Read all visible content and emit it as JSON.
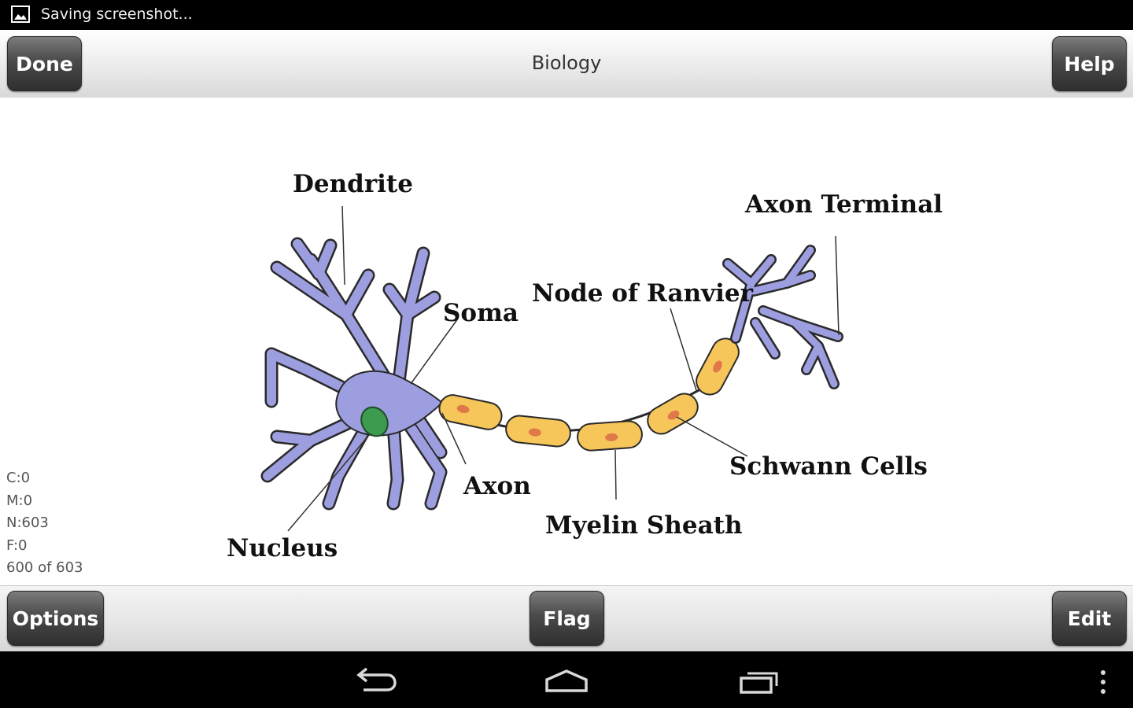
{
  "status_bar": {
    "text": "Saving screenshot...",
    "icon": "image-icon"
  },
  "action_bar": {
    "title": "Biology",
    "done_label": "Done",
    "help_label": "Help"
  },
  "diagram": {
    "labels": {
      "dendrite": "Dendrite",
      "soma": "Soma",
      "node_of_ranvier": "Node of Ranvier",
      "axon_terminal": "Axon Terminal",
      "schwann_cells": "Schwann Cells",
      "axon": "Axon",
      "myelin_sheath": "Myelin Sheath",
      "nucleus": "Nucleus"
    },
    "colors": {
      "neuron_body": "#9d9ee0",
      "nucleus": "#3d9b4f",
      "myelin": "#f6c65a",
      "myelin_dot": "#e0784a",
      "outline": "#2a2a2a"
    }
  },
  "stats": {
    "c": "C:0",
    "m": "M:0",
    "n": "N:603",
    "f": "F:0",
    "progress": "600 of 603"
  },
  "bottom_bar": {
    "options_label": "Options",
    "flag_label": "Flag",
    "edit_label": "Edit"
  },
  "nav_bar": {
    "back_icon": "back-icon",
    "home_icon": "home-icon",
    "recents_icon": "recent-apps-icon",
    "menu_icon": "overflow-menu-icon"
  }
}
